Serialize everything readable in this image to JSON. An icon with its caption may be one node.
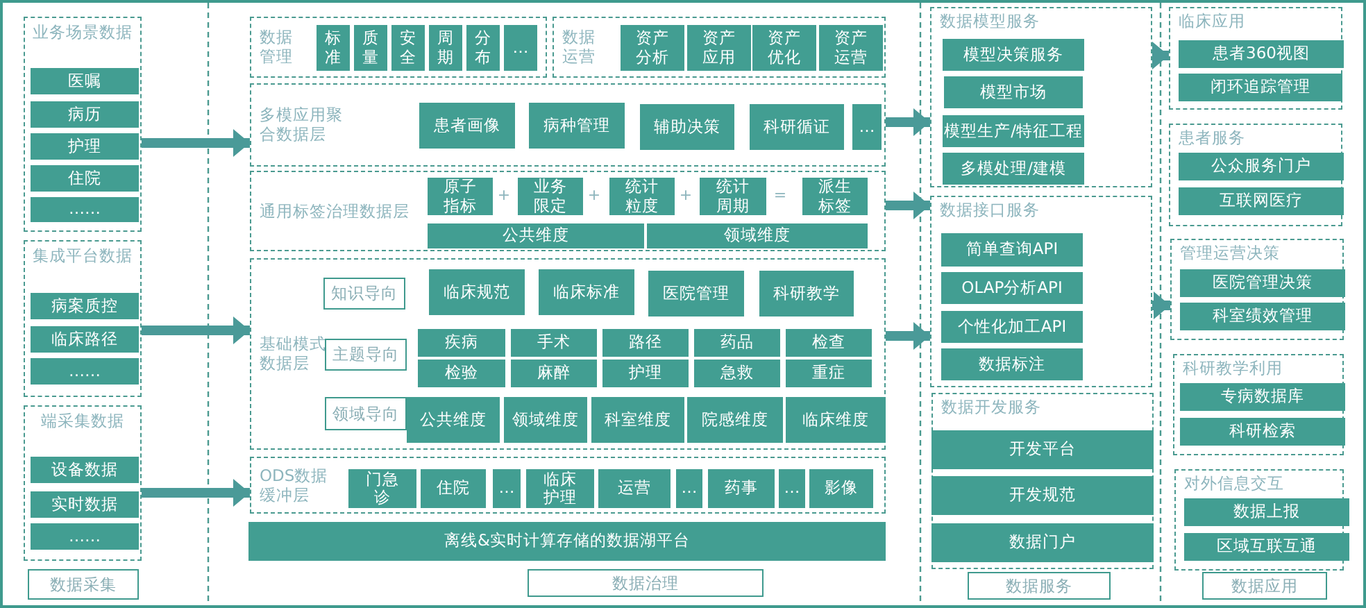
{
  "diagram": {
    "nodes": [
      {
        "text": [
          "业务场景数据"
        ]
      },
      {
        "text": [
          "医嘱"
        ],
        "in": 0
      },
      {
        "text": [
          "病历"
        ],
        "in": 0
      },
      {
        "text": [
          "护理"
        ],
        "in": 0
      },
      {
        "text": [
          "住院"
        ],
        "in": 0
      },
      {
        "text": [
          "……"
        ],
        "in": 0
      },
      {
        "text": [
          "集成平台数据"
        ]
      },
      {
        "text": [
          "病案质控"
        ],
        "in": 6
      },
      {
        "text": [
          "临床路径"
        ],
        "in": 6
      },
      {
        "text": [
          "……"
        ],
        "in": 6
      },
      {
        "text": [
          "端采集数据"
        ]
      },
      {
        "text": [
          "设备数据"
        ],
        "in": 10
      },
      {
        "text": [
          "实时数据"
        ],
        "in": 10
      },
      {
        "text": [
          "……"
        ],
        "in": 10
      },
      {
        "text": [
          "数据采集"
        ]
      },
      {
        "text": [
          "数据管理"
        ]
      },
      {
        "text": [
          "标准"
        ],
        "in": 15
      },
      {
        "text": [
          "质量"
        ],
        "in": 15
      },
      {
        "text": [
          "安全"
        ],
        "in": 15
      },
      {
        "text": [
          "周期"
        ],
        "in": 15
      },
      {
        "text": [
          "分布"
        ],
        "in": 15
      },
      {
        "text": [
          "…"
        ],
        "in": 15
      },
      {
        "text": [
          "数据运营"
        ]
      },
      {
        "text": [
          "资产分析"
        ],
        "in": 22
      },
      {
        "text": [
          "资产应用"
        ],
        "in": 22
      },
      {
        "text": [
          "资产优化"
        ],
        "in": 22
      },
      {
        "text": [
          "资产运营"
        ],
        "in": 22
      },
      {
        "text": [
          "多模应用聚合数据层"
        ]
      },
      {
        "text": [
          "患者画像"
        ],
        "in": 27
      },
      {
        "text": [
          "病种管理"
        ],
        "in": 27
      },
      {
        "text": [
          "辅助决策"
        ],
        "in": 27
      },
      {
        "text": [
          "科研循证"
        ],
        "in": 27
      },
      {
        "text": [
          "…"
        ],
        "in": 27
      },
      {
        "text": [
          "通用标签治理数据层"
        ]
      },
      {
        "text": [
          "原子指标"
        ],
        "in": 33
      },
      {
        "text": [
          "业务限定"
        ],
        "in": 33
      },
      {
        "text": [
          "统计粒度"
        ],
        "in": 33
      },
      {
        "text": [
          "统计周期"
        ],
        "in": 33
      },
      {
        "text": [
          "派生标签"
        ],
        "in": 33
      },
      {
        "text": [
          "公共维度"
        ],
        "in": 33
      },
      {
        "text": [
          "领域维度"
        ],
        "in": 33
      },
      {
        "text": [
          "基础模式数据层"
        ]
      },
      {
        "text": [
          "知识导向"
        ],
        "in": 41
      },
      {
        "text": [
          "临床规范"
        ],
        "in": 41
      },
      {
        "text": [
          "临床标准"
        ],
        "in": 41
      },
      {
        "text": [
          "医院管理"
        ],
        "in": 41
      },
      {
        "text": [
          "科研教学"
        ],
        "in": 41
      },
      {
        "text": [
          "主题导向"
        ],
        "in": 41
      },
      {
        "text": [
          "疾病"
        ],
        "in": 41
      },
      {
        "text": [
          "手术"
        ],
        "in": 41
      },
      {
        "text": [
          "路径"
        ],
        "in": 41
      },
      {
        "text": [
          "药品"
        ],
        "in": 41
      },
      {
        "text": [
          "检查"
        ],
        "in": 41
      },
      {
        "text": [
          "检验"
        ],
        "in": 41
      },
      {
        "text": [
          "麻醉"
        ],
        "in": 41
      },
      {
        "text": [
          "护理"
        ],
        "in": 41
      },
      {
        "text": [
          "急救"
        ],
        "in": 41
      },
      {
        "text": [
          "重症"
        ],
        "in": 41
      },
      {
        "text": [
          "领域导向"
        ],
        "in": 41
      },
      {
        "text": [
          "公共维度"
        ],
        "in": 41
      },
      {
        "text": [
          "领域维度"
        ],
        "in": 41
      },
      {
        "text": [
          "科室维度"
        ],
        "in": 41
      },
      {
        "text": [
          "院感维度"
        ],
        "in": 41
      },
      {
        "text": [
          "临床维度"
        ],
        "in": 41
      },
      {
        "text": [
          "ODS数据缓冲层"
        ]
      },
      {
        "text": [
          "门急诊"
        ],
        "in": 64
      },
      {
        "text": [
          "住院"
        ],
        "in": 64
      },
      {
        "text": [
          "…"
        ],
        "in": 64
      },
      {
        "text": [
          "临床护理"
        ],
        "in": 64
      },
      {
        "text": [
          "运营"
        ],
        "in": 64
      },
      {
        "text": [
          "…"
        ],
        "in": 64
      },
      {
        "text": [
          "药事"
        ],
        "in": 64
      },
      {
        "text": [
          "…"
        ],
        "in": 64
      },
      {
        "text": [
          "影像"
        ],
        "in": 64
      },
      {
        "text": [
          "离线&实时计算存储的数据湖平台"
        ]
      },
      {
        "text": [
          "数据治理"
        ]
      },
      {
        "text": [
          "数据模型服务"
        ]
      },
      {
        "text": [
          "模型决策服务"
        ],
        "in": 76
      },
      {
        "text": [
          "模型市场"
        ],
        "in": 76
      },
      {
        "text": [
          "模型生产/特征工程"
        ],
        "in": 76
      },
      {
        "text": [
          "多模处理/建模"
        ],
        "in": 76
      },
      {
        "text": [
          "数据接口服务"
        ]
      },
      {
        "text": [
          "简单查询API"
        ],
        "in": 81
      },
      {
        "text": [
          "OLAP分析API"
        ],
        "in": 81
      },
      {
        "text": [
          "个性化加工API"
        ],
        "in": 81
      },
      {
        "text": [
          "数据标注"
        ],
        "in": 81
      },
      {
        "text": [
          "数据开发服务"
        ]
      },
      {
        "text": [
          "开发平台"
        ],
        "in": 86
      },
      {
        "text": [
          "开发规范"
        ],
        "in": 86
      },
      {
        "text": [
          "数据门户"
        ],
        "in": 86
      },
      {
        "text": [
          "数据服务"
        ]
      },
      {
        "text": [
          "临床应用"
        ]
      },
      {
        "text": [
          "患者360视图"
        ],
        "in": 91
      },
      {
        "text": [
          "闭环追踪管理"
        ],
        "in": 91
      },
      {
        "text": [
          "患者服务"
        ]
      },
      {
        "text": [
          "公众服务门户"
        ],
        "in": 94
      },
      {
        "text": [
          "互联网医疗"
        ],
        "in": 94
      },
      {
        "text": [
          "管理运营决策"
        ]
      },
      {
        "text": [
          "医院管理决策"
        ],
        "in": 97
      },
      {
        "text": [
          "科室绩效管理"
        ],
        "in": 97
      },
      {
        "text": [
          "科研教学利用"
        ]
      },
      {
        "text": [
          "专病数据库"
        ],
        "in": 100
      },
      {
        "text": [
          "科研检索"
        ],
        "in": 100
      },
      {
        "text": [
          "对外信息交互"
        ]
      },
      {
        "text": [
          "数据上报"
        ],
        "in": 103
      },
      {
        "text": [
          "区域互联互通"
        ],
        "in": 103
      },
      {
        "text": [
          "数据应用"
        ]
      }
    ],
    "edges": [
      {
        "from": 0,
        "to": 27,
        "arrow": "to"
      },
      {
        "from": 6,
        "to": 41,
        "arrow": "to"
      },
      {
        "from": 10,
        "to": 64,
        "arrow": "to"
      },
      {
        "from": 27,
        "to": 76,
        "arrow": "to"
      },
      {
        "from": 33,
        "to": 81,
        "arrow": "to"
      },
      {
        "from": 41,
        "to": 81,
        "arrow": "to"
      },
      {
        "from": 76,
        "to": 91,
        "arrow": "to"
      },
      {
        "from": 81,
        "to": 97,
        "arrow": "to"
      }
    ],
    "labels": [
      "+",
      "+",
      "+",
      "="
    ]
  }
}
